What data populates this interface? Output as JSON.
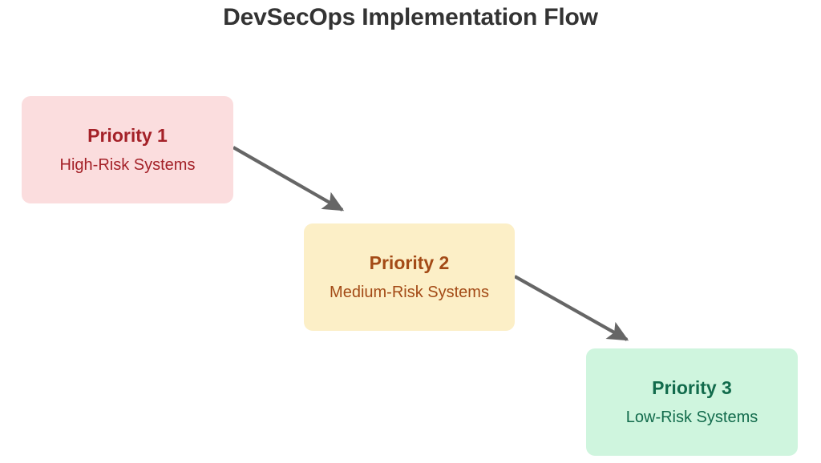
{
  "diagram": {
    "title": "DevSecOps Implementation Flow",
    "type": "flowchart",
    "direction": "left-to-right descending",
    "background_color": "#ffffff",
    "title_color": "#333333",
    "edge_color": "#666666",
    "nodes": [
      {
        "id": "priority-1",
        "title": "Priority 1",
        "subtitle": "High-Risk Systems",
        "fill_color": "#FBDDDE",
        "text_color": "#A42128"
      },
      {
        "id": "priority-2",
        "title": "Priority 2",
        "subtitle": "Medium-Risk Systems",
        "fill_color": "#FCEFC7",
        "text_color": "#A34A16"
      },
      {
        "id": "priority-3",
        "title": "Priority 3",
        "subtitle": "Low-Risk Systems",
        "fill_color": "#CFF5DE",
        "text_color": "#126B4C"
      }
    ],
    "edges": [
      {
        "id": "edge-1-to-2",
        "from": "priority-1",
        "to": "priority-2",
        "label": ""
      },
      {
        "id": "edge-2-to-3",
        "from": "priority-2",
        "to": "priority-3",
        "label": ""
      }
    ]
  }
}
